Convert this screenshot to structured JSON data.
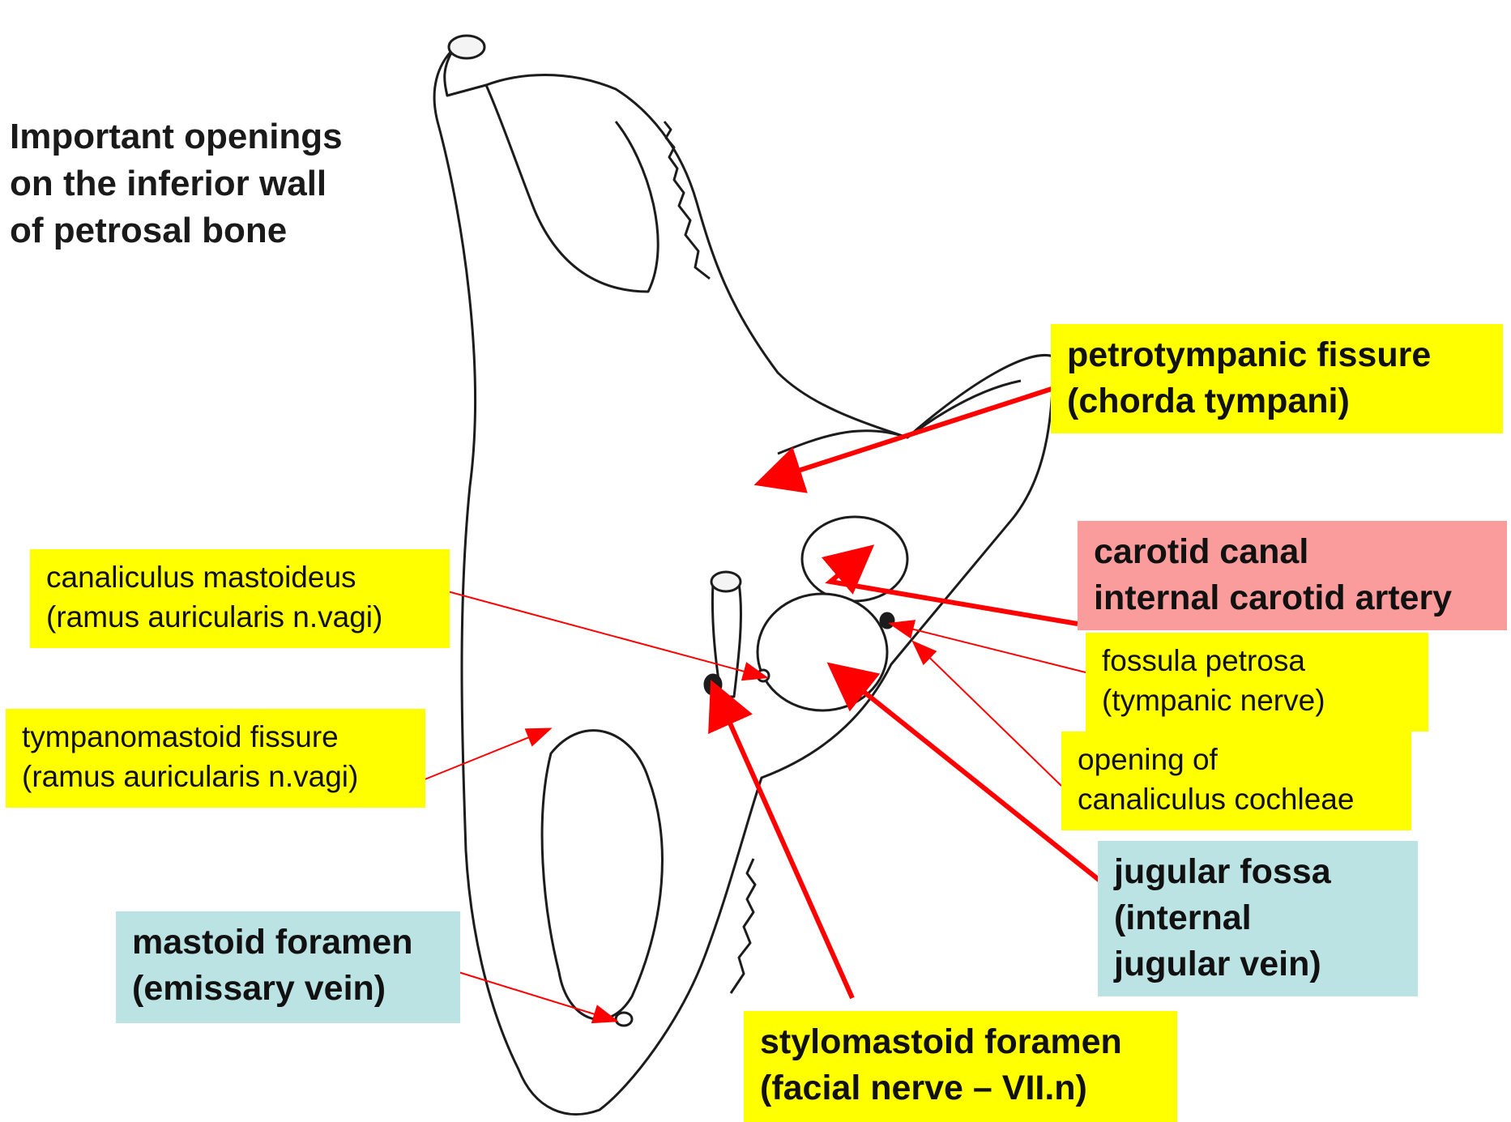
{
  "title_lines": [
    "Important openings",
    "on the inferior wall",
    "of petrosal bone"
  ],
  "colors": {
    "yellow": "#ffff00",
    "pink": "#fb9c9c",
    "light_blue": "#bce3e3",
    "arrow_red": "#ff0000",
    "bone_outline": "#1c1c1c",
    "text": "#111111"
  },
  "labels": {
    "petrotympanic": {
      "line1": "petrotympanic fissure",
      "line2": "(chorda tympani)",
      "color": "yellow"
    },
    "carotid": {
      "line1": "carotid canal",
      "line2": "internal carotid artery",
      "color": "pink"
    },
    "canaliculus_mastoideus": {
      "line1": "canaliculus mastoideus",
      "line2": "(ramus auricularis n.vagi)",
      "color": "yellow"
    },
    "fossula_petrosa": {
      "line1": "fossula petrosa",
      "line2": "(tympanic nerve)",
      "color": "yellow"
    },
    "tympanomastoid": {
      "line1": "tympanomastoid fissure",
      "line2": "(ramus auricularis n.vagi)",
      "color": "yellow"
    },
    "canaliculus_cochleae": {
      "line1": "opening of",
      "line2": "canaliculus cochleae",
      "color": "yellow"
    },
    "jugular_fossa": {
      "line1": "jugular fossa",
      "line2": "(internal",
      "line3": "jugular vein)",
      "color": "light_blue"
    },
    "mastoid_foramen": {
      "line1": "mastoid foramen",
      "line2": "(emissary vein)",
      "color": "light_blue"
    },
    "stylomastoid": {
      "line1": "stylomastoid foramen",
      "line2": "(facial nerve – VII.n)",
      "color": "yellow"
    }
  }
}
